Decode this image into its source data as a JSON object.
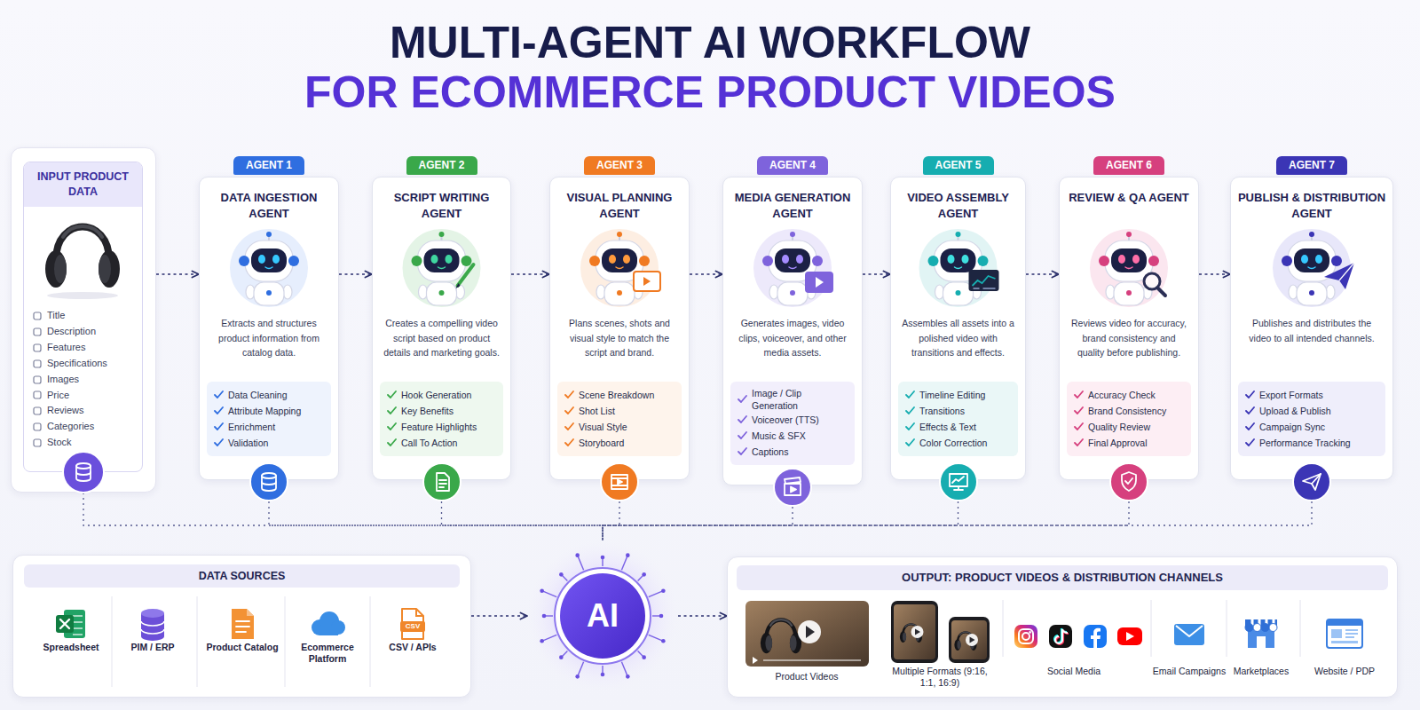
{
  "diagram": {
    "title": "MULTI-AGENT AI WORKFLOW",
    "nodes": [
      {
        "text": [
          "INPUT PRODUCT DATA",
          "Title",
          "Description",
          "Features",
          "Specifications",
          "Images",
          "Price",
          "Reviews",
          "Categories",
          "Stock"
        ]
      },
      {
        "text": [
          "AGENT 1",
          "DATA INGESTION AGENT",
          "Extracts and structures product information from catalog data.",
          "Data Cleaning",
          "Attribute Mapping",
          "Enrichment",
          "Validation"
        ]
      },
      {
        "text": [
          "AGENT 2",
          "SCRIPT WRITING AGENT",
          "Creates a compelling video script based on product details and marketing goals.",
          "Hook Generation",
          "Key Benefits",
          "Feature Highlights",
          "Call To Action"
        ]
      },
      {
        "text": [
          "AGENT 3",
          "VISUAL PLANNING AGENT",
          "Plans scenes, shots and visual style to match the script and brand.",
          "Scene Breakdown",
          "Shot List",
          "Visual Style",
          "Storyboard"
        ]
      },
      {
        "text": [
          "AGENT 4",
          "MEDIA GENERATION AGENT",
          "Generates images, video clips, voiceover, and other media assets.",
          "Image / Clip Generation",
          "Voiceover (TTS)",
          "Music & SFX",
          "Captions"
        ]
      },
      {
        "text": [
          "AGENT 5",
          "VIDEO ASSEMBLY AGENT",
          "Assembles all assets into a polished video with transitions and effects.",
          "Timeline Editing",
          "Transitions",
          "Effects & Text",
          "Color Correction"
        ]
      },
      {
        "text": [
          "AGENT 6",
          "REVIEW & QA AGENT",
          "Reviews video for accuracy, brand consistency and quality before publishing.",
          "Accuracy Check",
          "Brand Consistency",
          "Quality Review",
          "Final Approval"
        ]
      },
      {
        "text": [
          "AGENT 7",
          "PUBLISH & DISTRIBUTION AGENT",
          "Publishes and distributes the video to all intended channels.",
          "Export Formats",
          "Upload & Publish",
          "Campaign Sync",
          "Performance Tracking"
        ]
      },
      {
        "text": [
          "DATA SOURCES",
          "Spreadsheet",
          "PIM / ERP",
          "Product Catalog",
          "Ecommerce Platform",
          "CSV / APIs"
        ]
      },
      {
        "text": [
          "AI"
        ]
      },
      {
        "text": [
          "OUTPUT: PRODUCT VIDEOS & DISTRIBUTION CHANNELS",
          "Product Videos",
          "Multiple Formats (9:16, 1:1, 16:9)",
          "Social Media",
          "Email Campaigns",
          "Marketplaces",
          "Website / PDP"
        ]
      }
    ],
    "edges": [
      {
        "from": 0,
        "to": 1,
        "arrow": "to"
      },
      {
        "from": 1,
        "to": 2,
        "arrow": "to"
      },
      {
        "from": 2,
        "to": 3,
        "arrow": "to"
      },
      {
        "from": 3,
        "to": 4,
        "arrow": "to"
      },
      {
        "from": 4,
        "to": 5,
        "arrow": "to"
      },
      {
        "from": 5,
        "to": 6,
        "arrow": "to"
      },
      {
        "from": 6,
        "to": 7,
        "arrow": "to"
      },
      {
        "from": 0,
        "to": 9,
        "arrow": "none"
      },
      {
        "from": 1,
        "to": 9,
        "arrow": "none"
      },
      {
        "from": 2,
        "to": 9,
        "arrow": "none"
      },
      {
        "from": 3,
        "to": 9,
        "arrow": "none"
      },
      {
        "from": 4,
        "to": 9,
        "arrow": "none"
      },
      {
        "from": 5,
        "to": 9,
        "arrow": "none"
      },
      {
        "from": 6,
        "to": 9,
        "arrow": "none"
      },
      {
        "from": 7,
        "to": 9,
        "arrow": "none"
      },
      {
        "from": 8,
        "to": 9,
        "arrow": "to"
      },
      {
        "from": 9,
        "to": 10,
        "arrow": "to"
      }
    ],
    "labels": [
      "FOR ECOMMERCE PRODUCT VIDEOS",
      "CSV"
    ]
  }
}
